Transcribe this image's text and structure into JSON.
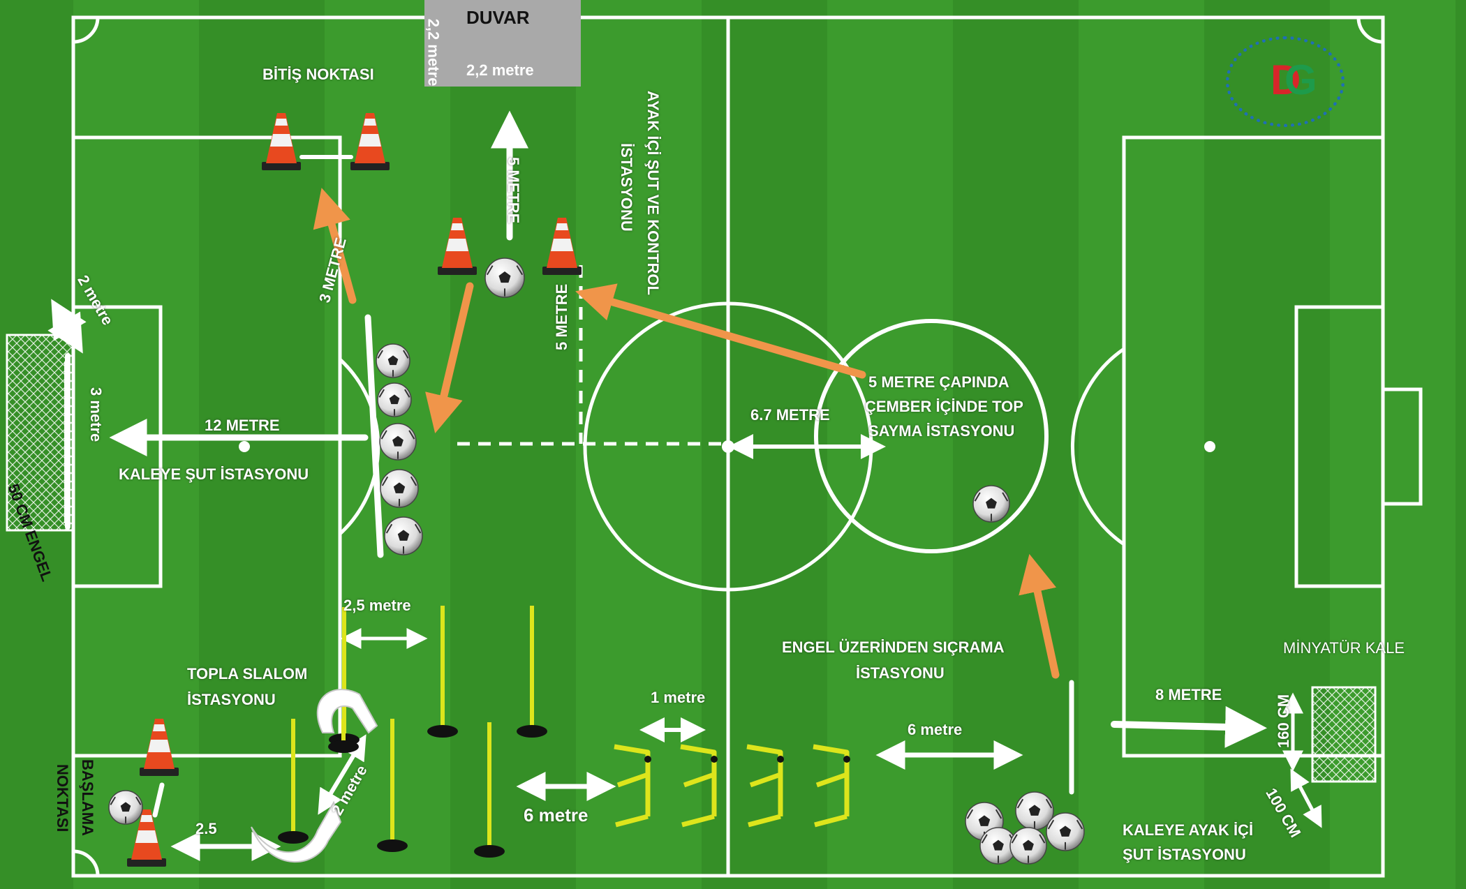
{
  "colors": {
    "grass_dark": "#2f8f23",
    "grass_light": "#3fa52d",
    "line": "#ffffff",
    "arrow_orange": "#f0954a",
    "cone_orange": "#e8491f",
    "hurdle_yellow": "#dde51c",
    "wall_gray": "#a9a9a9"
  },
  "wall": {
    "title": "DUVAR",
    "width_label": "2,2 metre",
    "height_label": "2,2 metre"
  },
  "logo": {
    "letters_left": "D",
    "letters_right": "G"
  },
  "labels": {
    "finish": "BİTİŞ  NOKTASI",
    "five_metre_top": "5 METRE",
    "shoot_control_1": "AYAK İÇİ ŞUT VE KONTROL",
    "shoot_control_2": "İSTASYONU",
    "three_metre": "3 METRE",
    "two_metre_goal": "2 metre",
    "three_metre_goal": "3 metre",
    "obstacle_50": "50 CM ENGEL",
    "twelve_metre": "12 METRE",
    "shoot_goal_station": "KALEYE ŞUT İSTASYONU",
    "five_metre_dashed": "5 METRE",
    "six_seven_metre": "6.7  METRE",
    "circle_1": "5 METRE ÇAPINDA",
    "circle_2": "ÇEMBER  İÇİNDE TOP",
    "circle_3": "SAYMA İSTASYONU",
    "two_five_metre": "2,5 metre",
    "slalom_1": "TOPLA SLALOM",
    "slalom_2": "İSTASYONU",
    "start": "BAŞLAMA",
    "start_2": "NOKTASI",
    "two_five": "2.5",
    "two_metre_slalom": "2 metre",
    "one_metre": "1 metre",
    "six_metre_left": "6  metre",
    "hurdle_1": "ENGEL ÜZERİNDEN SIÇRAMA",
    "hurdle_2": "İSTASYONU",
    "six_metre_right": "6 metre",
    "eight_metre": "8 METRE",
    "mini_goal": "MİNYATÜR KALE",
    "cm_160": "160 CM",
    "cm_100": "100 CM",
    "inside_foot_1": "KALEYE AYAK İÇİ",
    "inside_foot_2": "ŞUT İSTASYONU"
  }
}
